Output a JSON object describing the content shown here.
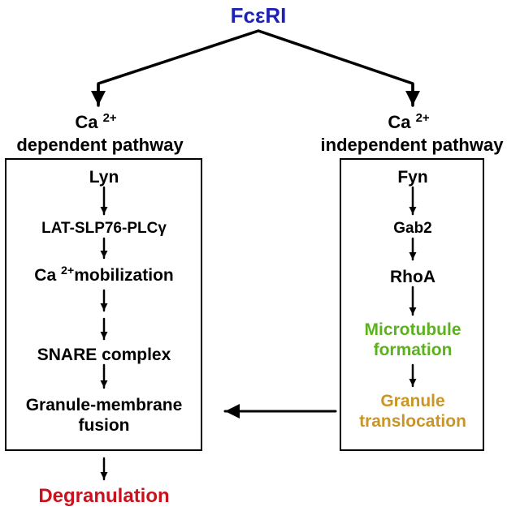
{
  "root": {
    "label": "FcεRI",
    "color": "#1e22b4"
  },
  "dependent": {
    "ca": "Ca",
    "sup": "2+",
    "pathway": "dependent pathway",
    "steps": {
      "lyn": "Lyn",
      "lat": "LAT-SLP76-PLCγ",
      "ca_base": "Ca ",
      "ca_sup": "2+",
      "mobilization": "mobilization",
      "snare": "SNARE complex",
      "fusion_1": "Granule-membrane",
      "fusion_2": "fusion"
    }
  },
  "independent": {
    "ca": "Ca",
    "sup": "2+",
    "pathway": "independent pathway",
    "steps": {
      "fyn": "Fyn",
      "gab2": "Gab2",
      "rhoa": "RhoA",
      "microtubule_1": "Microtubule",
      "microtubule_2": "formation",
      "translocation_1": "Granule",
      "translocation_2": "translocation"
    }
  },
  "outcome": {
    "label": "Degranulation",
    "color": "#c8121e"
  },
  "colors": {
    "microtubule": "#5cb21e",
    "translocation": "#c89626",
    "line": "#000000"
  }
}
